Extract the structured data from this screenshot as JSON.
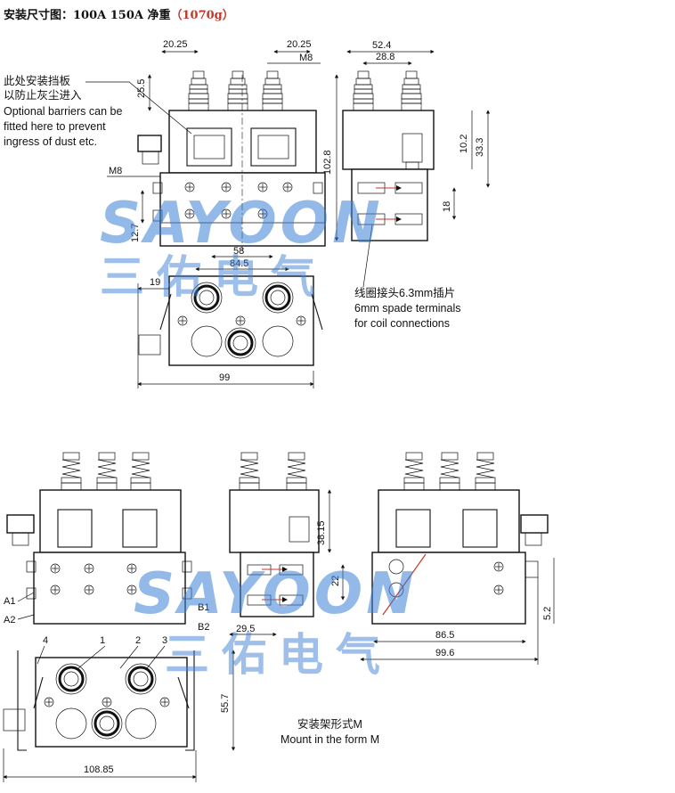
{
  "header": {
    "title_prefix": "安装尺寸图：100A 150A 净重",
    "title_weight": "（1070g）"
  },
  "top_notes": {
    "barrier_cn_1": "此处安装挡板",
    "barrier_cn_2": "以防止灰尘进入",
    "barrier_en_1": "Optional barriers can be",
    "barrier_en_2": "fitted here to prevent",
    "barrier_en_3": "ingress of dust etc.",
    "coil_cn": "线圈接头6.3mm插片",
    "coil_en_1": "6mm spade terminals",
    "coil_en_2": "for coil connections"
  },
  "top_dims": {
    "d1": "20.25",
    "d2": "20.25",
    "d3": "M8",
    "d4": "25.5",
    "d5": "M8",
    "d6": "12.7",
    "d7": "58",
    "d8": "84.5",
    "d9": "19",
    "d10": "99",
    "d11": "52.4",
    "d12": "28.8",
    "d13": "102.8",
    "d14": "10.2",
    "d15": "33.3",
    "d16": "18"
  },
  "bottom_dims": {
    "d1": "38.15",
    "d2": "22",
    "d3": "29.5",
    "d4": "86.5",
    "d5": "99.6",
    "d6": "5.2",
    "d7": "55.7",
    "d8": "108.85"
  },
  "terminals": {
    "a1": "A1",
    "a2": "A2",
    "b1": "B1",
    "b2": "B2",
    "n1": "1",
    "n2": "2",
    "n3": "3",
    "n4": "4"
  },
  "bottom_note": {
    "cn": "安装架形式M",
    "en": "Mount in the form M"
  },
  "watermark": {
    "latin": "SAYOON",
    "cn": "三佑电气"
  },
  "colors": {
    "watermark": "#3b7fd6",
    "weight": "#c0392b",
    "arrow": "#c0392b"
  }
}
